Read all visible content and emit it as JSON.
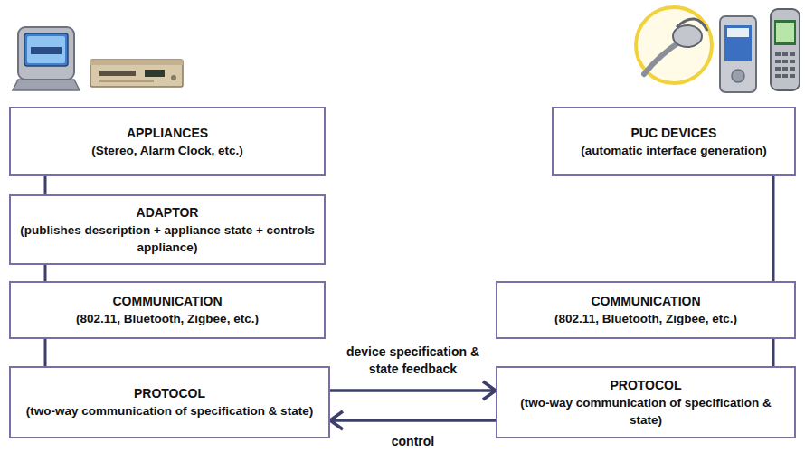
{
  "diagram": {
    "nodes": [
      {
        "text": [
          "APPLIANCES",
          "(Stereo, Alarm Clock, etc.)"
        ]
      },
      {
        "text": [
          "ADAPTOR",
          "(publishes description + appliance state + controls appliance)"
        ]
      },
      {
        "text": [
          "COMMUNICATION",
          "(802.11, Bluetooth, Zigbee, etc.)"
        ]
      },
      {
        "text": [
          "PROTOCOL",
          "(two-way communication of specification & state)"
        ]
      },
      {
        "text": [
          "PUC DEVICES",
          "(automatic interface generation)"
        ]
      },
      {
        "text": [
          "COMMUNICATION",
          "(802.11, Bluetooth, Zigbee, etc.)"
        ]
      },
      {
        "text": [
          "PROTOCOL",
          "(two-way communication of specification & state)"
        ]
      }
    ],
    "edges": [
      {
        "from": 0,
        "to": 1,
        "arrow": "none"
      },
      {
        "from": 1,
        "to": 2,
        "arrow": "none"
      },
      {
        "from": 2,
        "to": 3,
        "arrow": "none"
      },
      {
        "from": 4,
        "to": 5,
        "arrow": "none"
      },
      {
        "from": 5,
        "to": 6,
        "arrow": "none"
      },
      {
        "from": 3,
        "to": 6,
        "label": "device specification & state feedback",
        "arrow": "to"
      },
      {
        "from": 6,
        "to": 3,
        "label": "control",
        "arrow": "to"
      }
    ]
  }
}
